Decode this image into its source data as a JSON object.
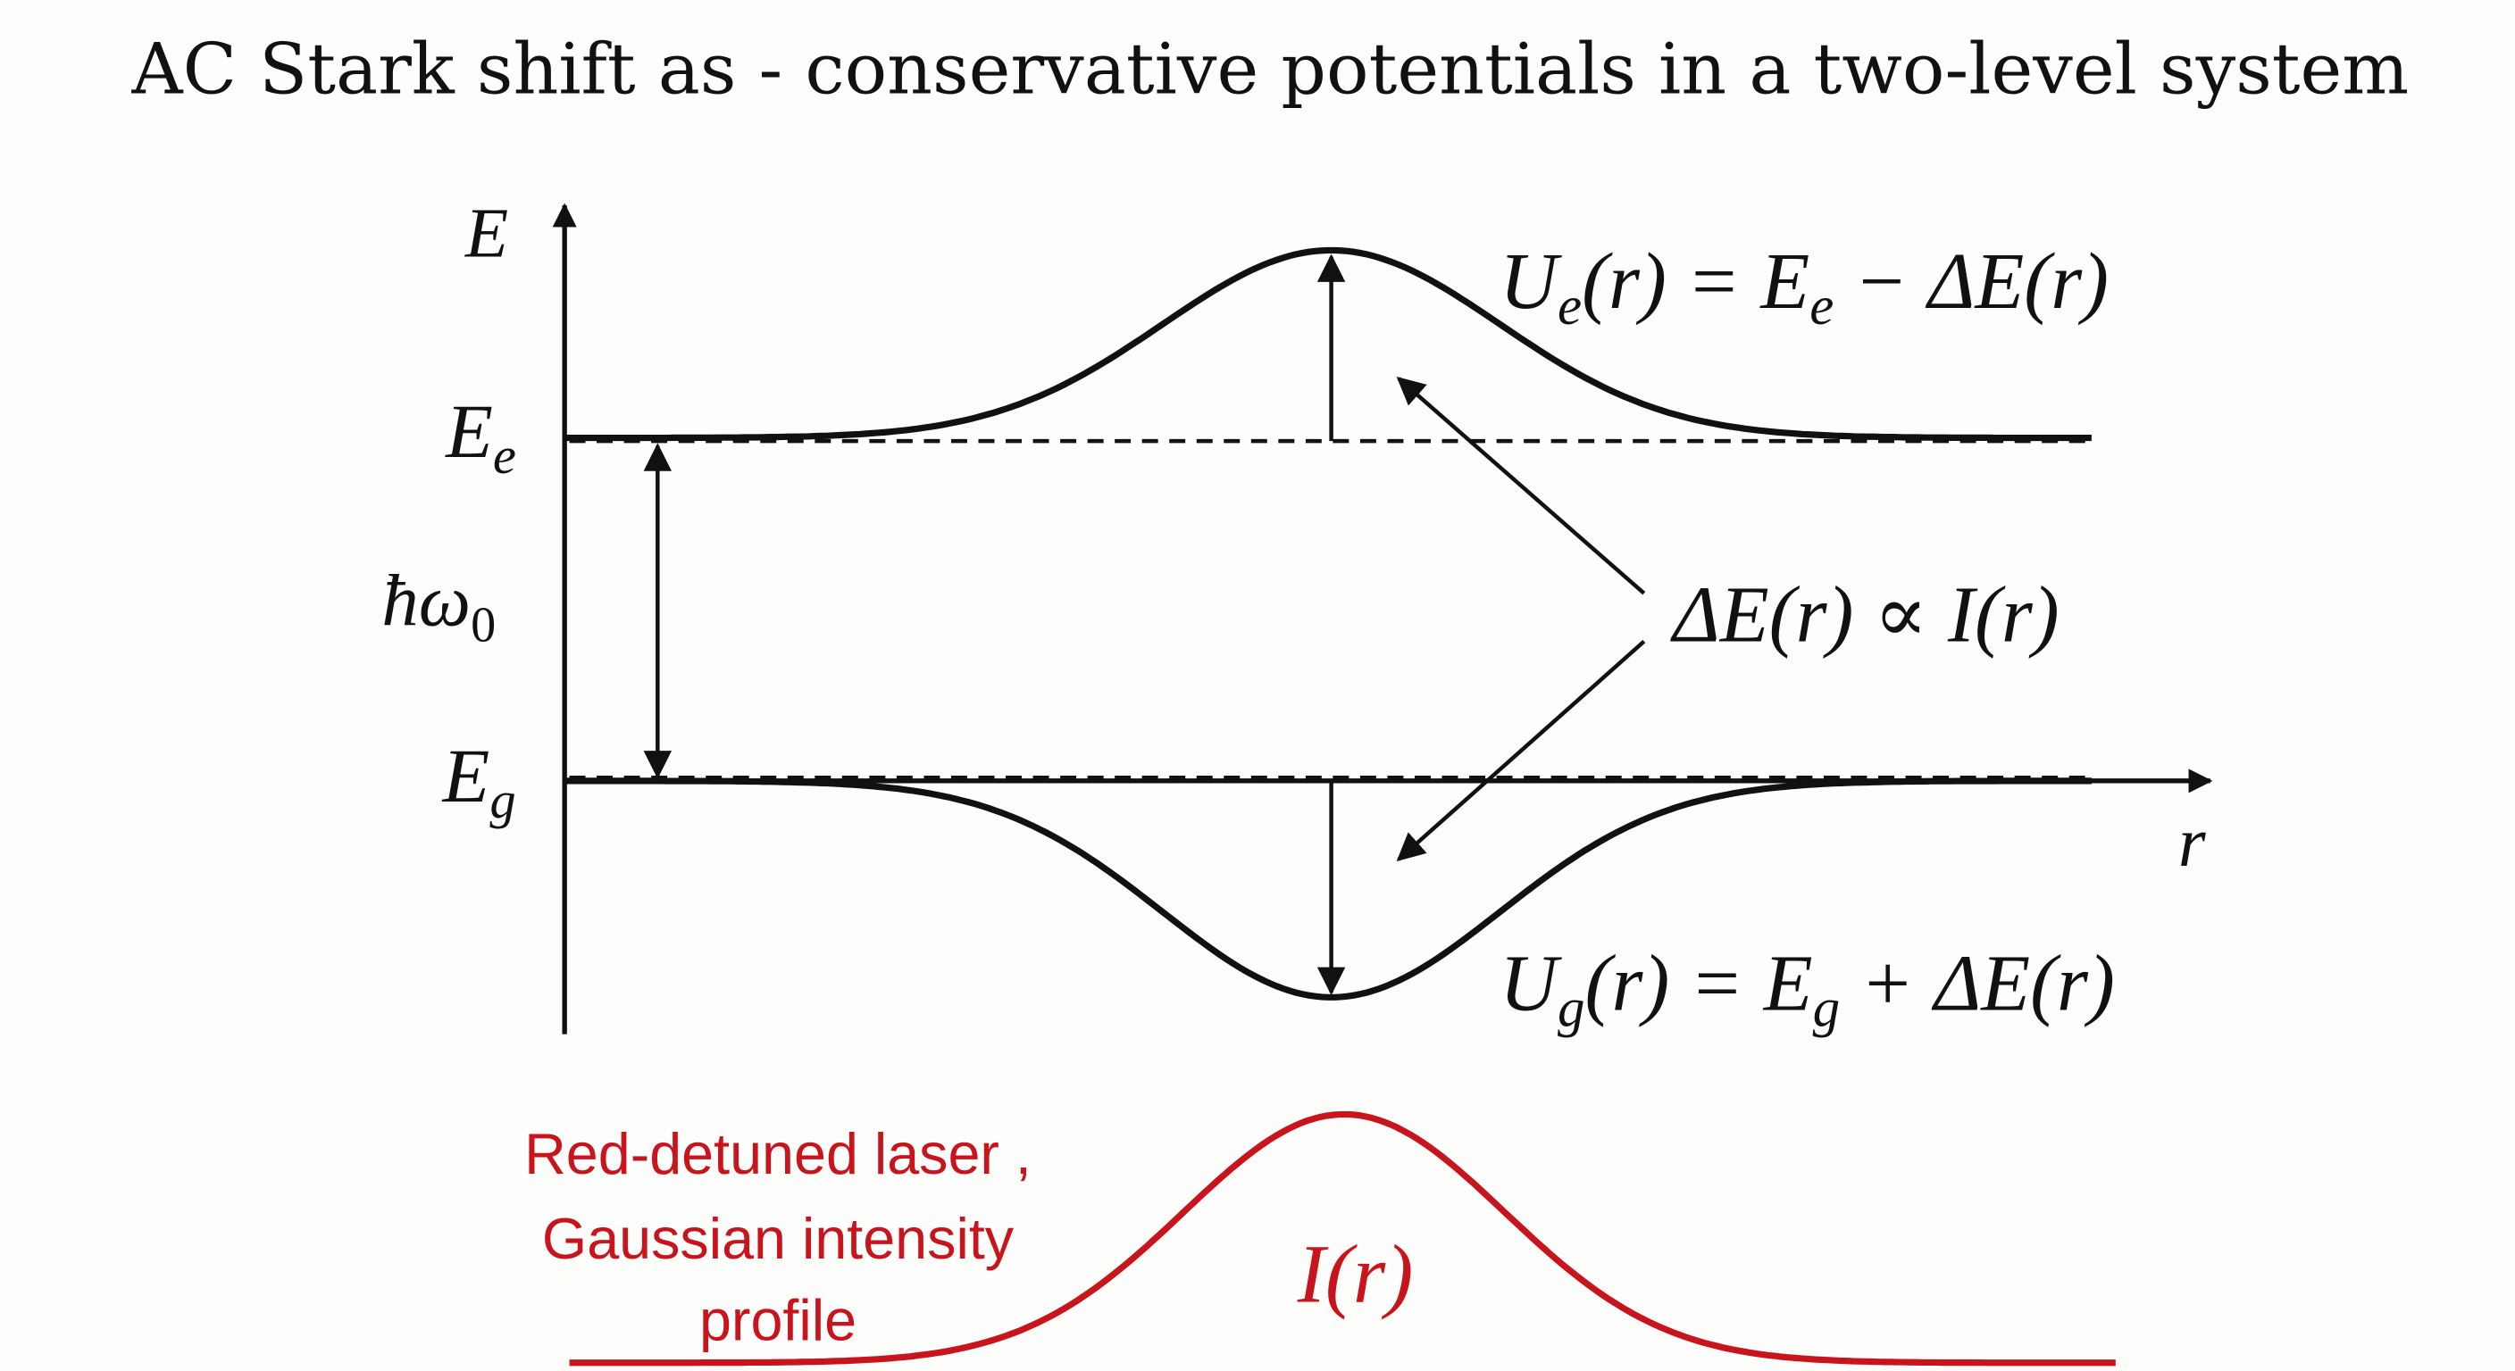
{
  "title": "AC Stark shift as - conservative potentials in a two-level system",
  "axes": {
    "y_label": "E",
    "x_label": "r"
  },
  "levels": {
    "excited": {
      "label_main": "E",
      "label_sub": "e"
    },
    "ground": {
      "label_main": "E",
      "label_sub": "g"
    },
    "gap": {
      "label_main": "ħω",
      "label_sub": "0"
    }
  },
  "equations": {
    "upper": {
      "U": "U",
      "U_sub": "e",
      "mid": "(r) = E",
      "E_sub": "e",
      "end": " − ΔE(r)"
    },
    "lower": {
      "U": "U",
      "U_sub": "g",
      "mid": "(r) = E",
      "E_sub": "g",
      "end": " + ΔE(r)"
    },
    "proportional": "ΔE(r) ∝ I(r)"
  },
  "laser": {
    "line1": "Red-detuned laser ,",
    "line2": "Gaussian intensity",
    "line3": "profile",
    "curve_label": "I(r)"
  },
  "colors": {
    "ink": "#111111",
    "laser": "#c8141c"
  }
}
